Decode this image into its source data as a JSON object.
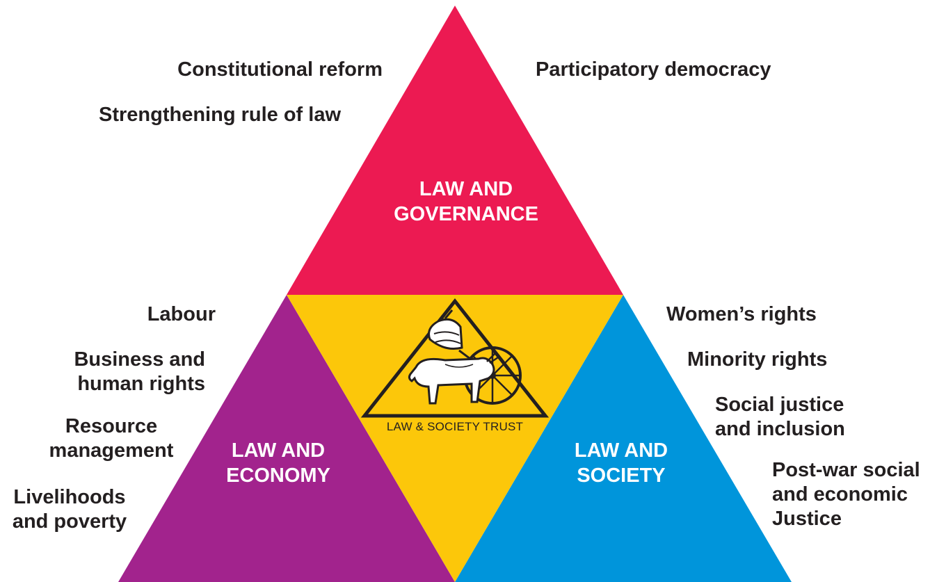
{
  "diagram": {
    "segments": {
      "top": {
        "title": "LAW AND\nGOVERNANCE",
        "color": "#ec1a52"
      },
      "left": {
        "title": "LAW AND\nECONOMY",
        "color": "#a2238d"
      },
      "right": {
        "title": "LAW AND\nSOCIETY",
        "color": "#0095db"
      },
      "center": {
        "color": "#fcc70a"
      }
    },
    "logo": {
      "caption": "LAW & SOCIETY TRUST",
      "icon": "trust-bell-cow-wheel-icon"
    },
    "governance_topics": [
      "Constitutional reform",
      "Participatory democracy",
      "Strengthening rule of law"
    ],
    "economy_topics": [
      "Labour",
      "Business and\nhuman rights",
      "Resource\nmanagement",
      "Livelihoods\nand poverty"
    ],
    "society_topics": [
      "Women’s rights",
      "Minority rights",
      "Social justice\nand inclusion",
      "Post-war social\nand economic\nJustice"
    ]
  }
}
